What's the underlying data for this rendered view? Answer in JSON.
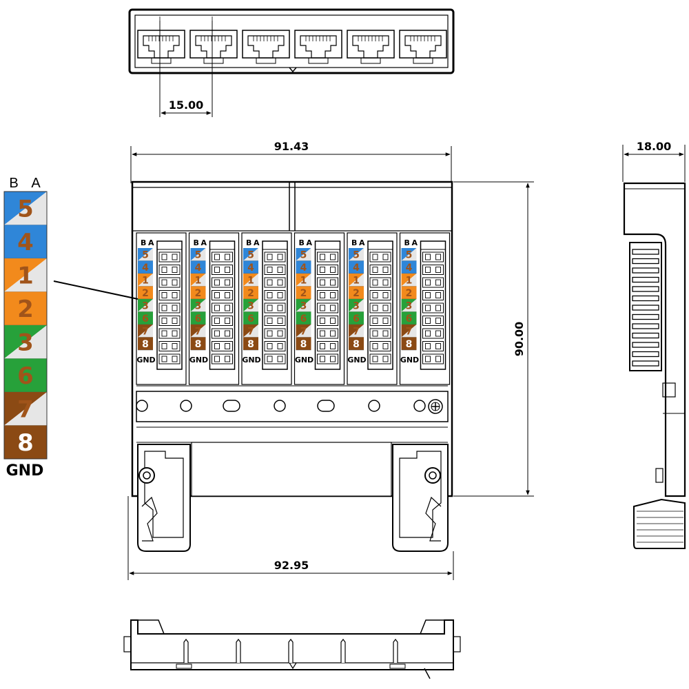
{
  "dimensions": {
    "port_pitch": "15.00",
    "body_width": "91.43",
    "overall_width": "92.95",
    "height": "90.00",
    "depth": "18.00"
  },
  "legend": {
    "col_b": "B",
    "col_a": "A",
    "gnd": "GND",
    "pins": [
      {
        "num": "5",
        "style": "diag",
        "color": "#2f86d8"
      },
      {
        "num": "4",
        "style": "solid",
        "color": "#2f86d8"
      },
      {
        "num": "1",
        "style": "diag",
        "color": "#f28a1c"
      },
      {
        "num": "2",
        "style": "solid",
        "color": "#f28a1c"
      },
      {
        "num": "3",
        "style": "diag",
        "color": "#27a13a"
      },
      {
        "num": "6",
        "style": "solid",
        "color": "#27a13a"
      },
      {
        "num": "7",
        "style": "diag",
        "color": "#8b4a14"
      },
      {
        "num": "8",
        "style": "solid",
        "color": "#8b4a14"
      }
    ]
  },
  "modules": {
    "count": 6,
    "col_b": "B",
    "col_a": "A",
    "gnd": "GND"
  },
  "colors": {
    "blue": "#2f86d8",
    "orange": "#f28a1c",
    "green": "#27a13a",
    "brown": "#8b4a14",
    "white_stripe": "#e6e6e6",
    "number_text": "#a0541a"
  }
}
